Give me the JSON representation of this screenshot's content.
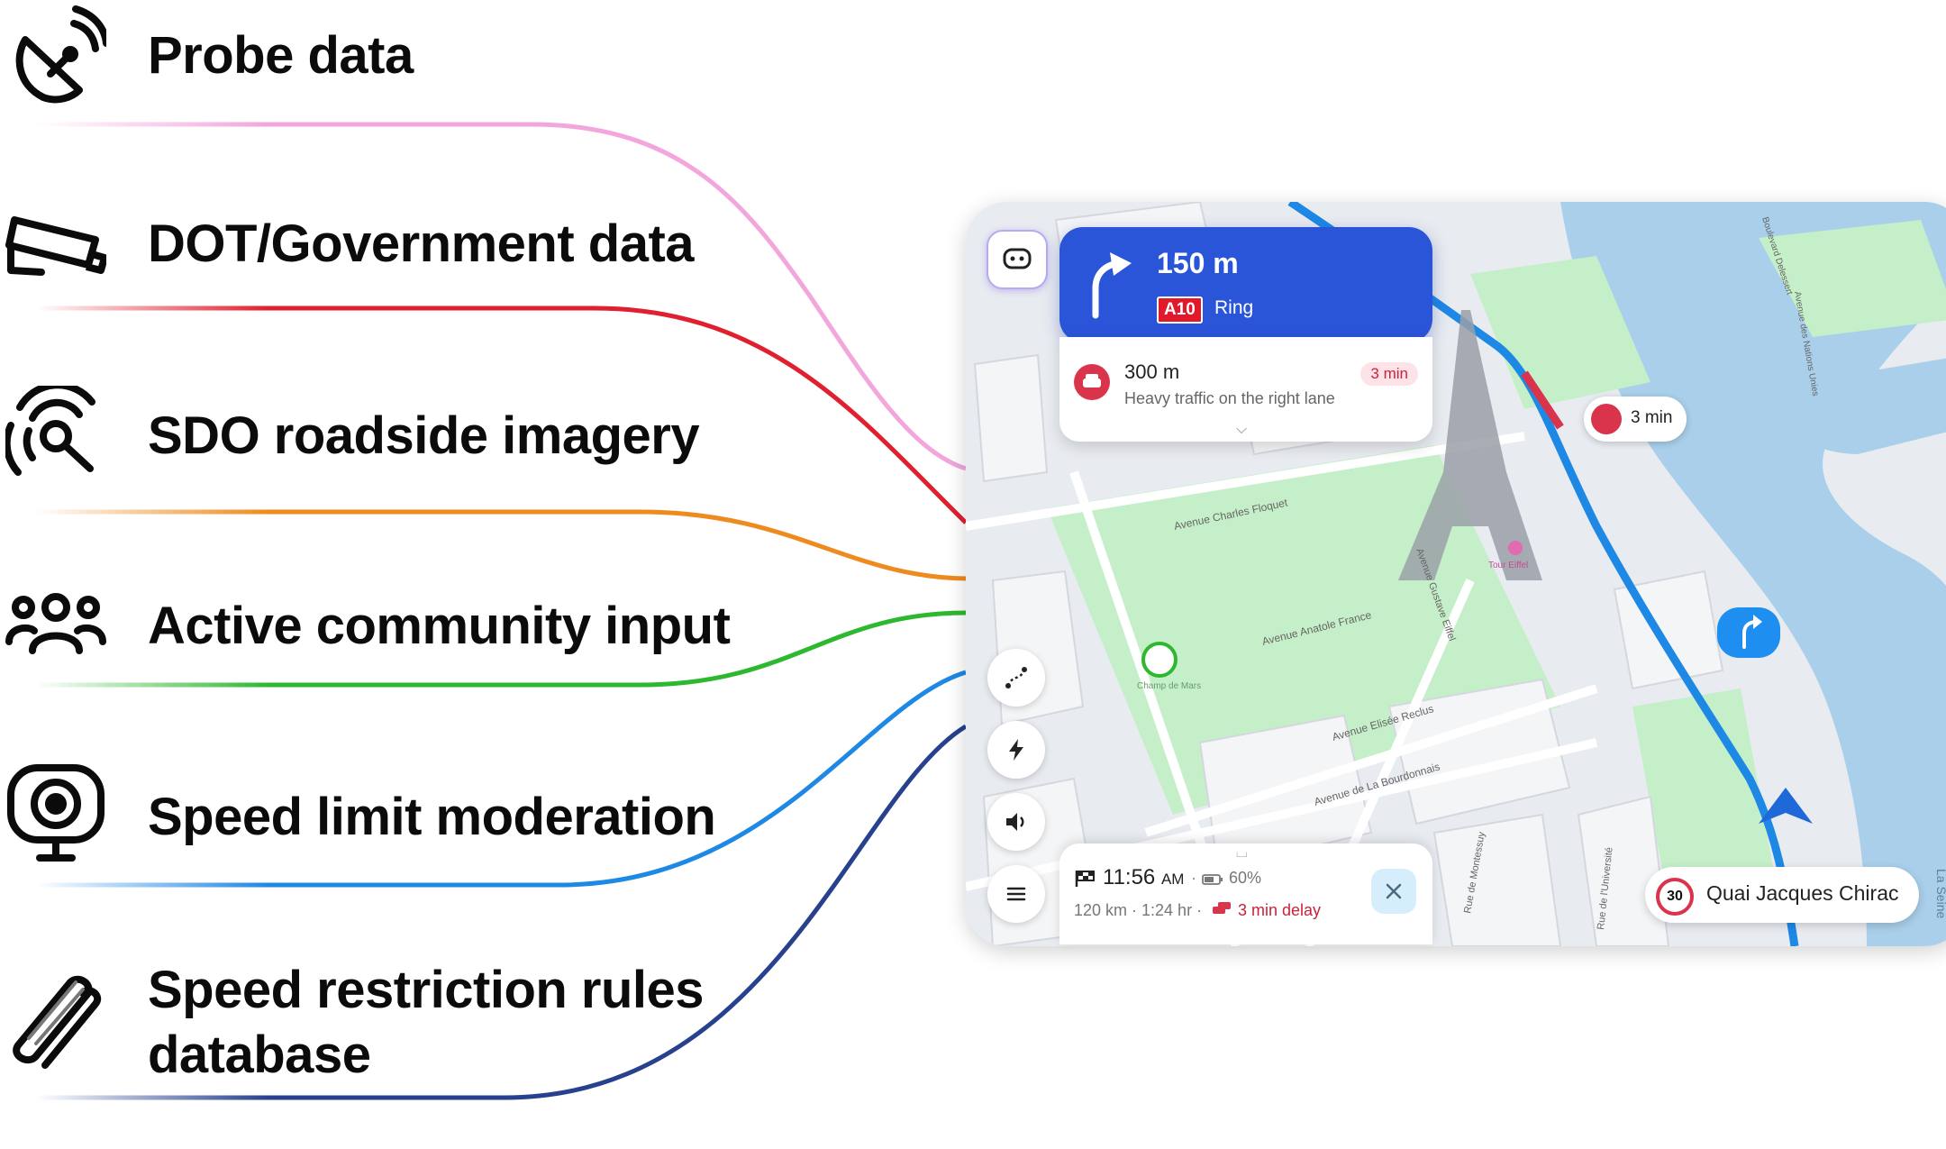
{
  "sources": [
    {
      "label": "Probe data",
      "icon": "satellite-dish-icon",
      "color": "#f2a6dc"
    },
    {
      "label": "DOT/Government data",
      "icon": "security-camera-icon",
      "color": "#e0202e"
    },
    {
      "label": "SDO roadside imagery",
      "icon": "signal-search-icon",
      "color": "#ee8a1e"
    },
    {
      "label": "Active community input",
      "icon": "community-icon",
      "color": "#2db82f"
    },
    {
      "label": "Speed limit moderation",
      "icon": "camera-monitor-icon",
      "color": "#1e88e5"
    },
    {
      "label_line1": "Speed restriction rules",
      "label_line2": "database",
      "icon": "database-rolls-icon",
      "color": "#27418f"
    }
  ],
  "navigation": {
    "distance": "150 m",
    "route_badge": "A10",
    "route_name": "Ring"
  },
  "traffic_alert": {
    "distance": "300 m",
    "description": "Heavy traffic on the right lane",
    "delay": "3 min"
  },
  "map_traffic_bubble": "3 min",
  "eta": {
    "time": "11:56",
    "ampm": "AM",
    "battery": "60%",
    "distance_time": "120 km · 1:24 hr ·",
    "delay": "3 min delay"
  },
  "street": {
    "speed_limit": "30",
    "name": "Quai Jacques Chirac"
  },
  "map_labels": {
    "avenue_charles_floquet": "Avenue Charles Floquet",
    "avenue_anatole_france": "Avenue Anatole France",
    "avenue_elisee_reclus": "Avenue Elisée Reclus",
    "avenue_la_bourdonnais": "Avenue de La Bourdonnais",
    "avenue_gustave_eiffel": "Avenue Gustave Eiffel",
    "champ_de_mars": "Champ de Mars",
    "tour_eiffel": "Tour Eiffel",
    "la_seine": "La Seine",
    "rue_de_montessuy": "Rue de Montessuy",
    "rue_universite": "Rue de l'Université",
    "avenue_nations_unies": "Avenue des Nations Unies",
    "boulevard_delessert": "Boulevard Delessert"
  },
  "colors": {
    "nav_blue": "#2a55d9",
    "route_blue": "#1e88e5",
    "traffic_red": "#d9344b",
    "park_green": "#c5efc8",
    "water_blue": "#a9cfea"
  }
}
